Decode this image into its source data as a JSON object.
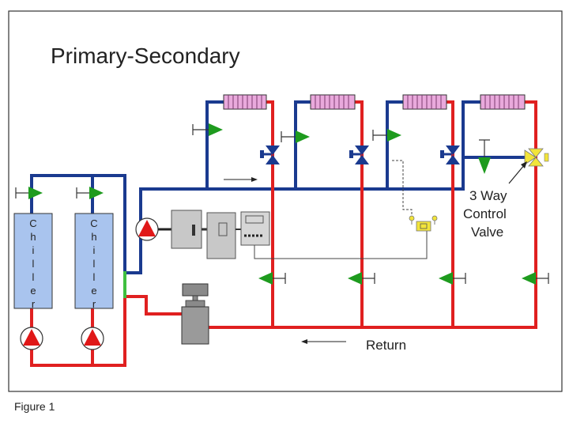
{
  "title": "Primary-Secondary",
  "chiller_label": "Chiller",
  "valve_label": [
    "3 Way",
    "Control",
    "Valve"
  ],
  "return_label": "Return",
  "caption": "Figure 1",
  "colors": {
    "supply": "#1a3a8f",
    "return": "#e02020",
    "check_valve": "#1e9b1e",
    "pump": "#e01818",
    "chiller": "#a9c4ee",
    "coil": "#e9a9dc",
    "control_valve": "#f2e43a",
    "equipment": "#bdbdbd",
    "bypass": "#3fbf3f"
  },
  "icons": [
    "pump-icon",
    "check-valve-icon",
    "two-way-valve-icon",
    "three-way-valve-icon",
    "coil-icon",
    "expansion-tank-icon",
    "controller-icon"
  ]
}
